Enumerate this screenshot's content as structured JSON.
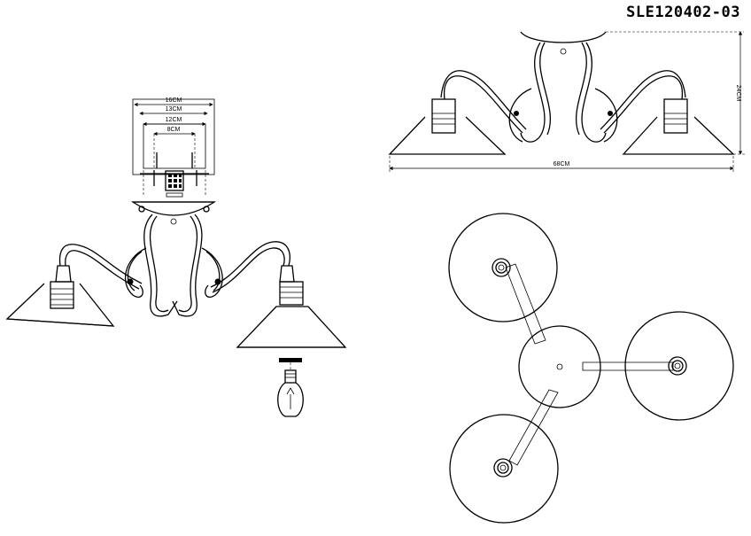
{
  "product_code": "SLE120402-03",
  "front_view": {
    "dimensions": {
      "width_outer": "16CM",
      "width_2": "13CM",
      "width_3": "12CM",
      "width_inner": "8CM"
    }
  },
  "side_view": {
    "dimensions": {
      "height": "24CM",
      "width": "68CM"
    }
  },
  "top_view": {
    "shade_count": 3
  }
}
